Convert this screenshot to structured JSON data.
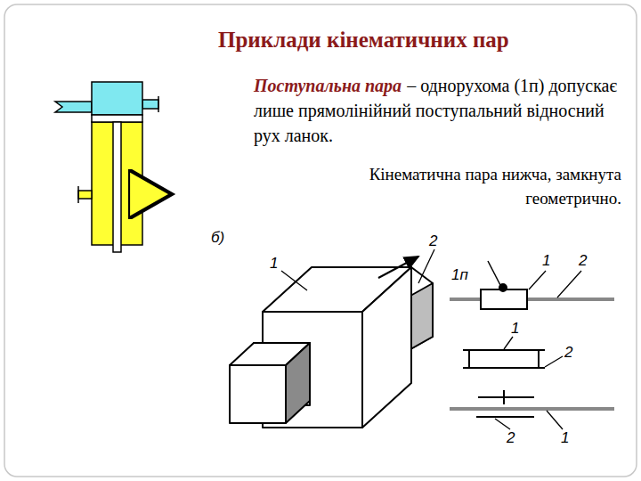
{
  "diagram": {
    "title": "Приклади кінематичних пар",
    "labels": [
      "Поступальна пара",
      "– однорухома (1п) допускає лише прямолінійний поступальний відносний рух ланок.",
      "Кінематична пара нижча, замкнута геометрично.",
      "б)",
      "1",
      "2",
      "1п",
      "1",
      "2",
      "1",
      "2",
      "2",
      "1"
    ]
  }
}
